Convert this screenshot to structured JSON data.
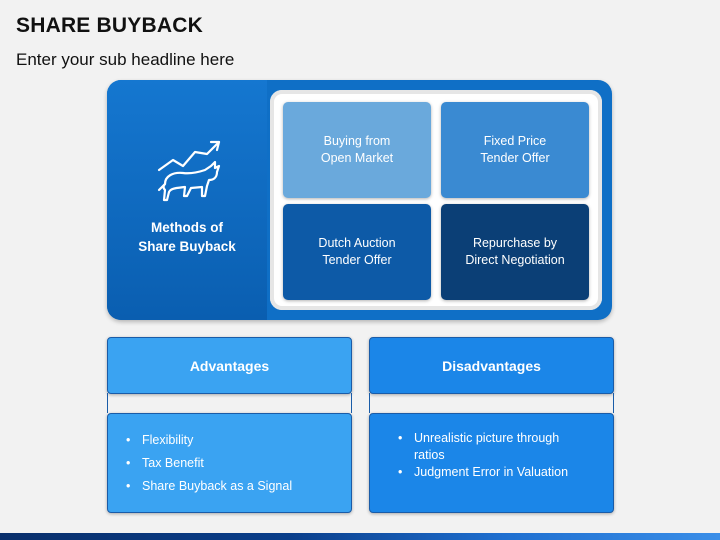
{
  "title": "SHARE BUYBACK",
  "subtitle": "Enter your sub headline here",
  "methods": {
    "label": "Methods of\nShare Buyback",
    "icon": "bull-market-icon",
    "tiles": [
      {
        "label": "Buying from\nOpen Market",
        "color": "#6aa9dc"
      },
      {
        "label": "Fixed Price\nTender Offer",
        "color": "#3a8ad2"
      },
      {
        "label": "Dutch Auction\nTender Offer",
        "color": "#0d5aa7"
      },
      {
        "label": "Repurchase by\nDirect Negotiation",
        "color": "#0b3f76"
      }
    ]
  },
  "advantages": {
    "heading": "Advantages",
    "items": [
      "Flexibility",
      "Tax Benefit",
      "Share Buyback as a Signal"
    ]
  },
  "disadvantages": {
    "heading": "Disadvantages",
    "items": [
      "Unrealistic picture through ratios",
      "Judgment Error in Valuation"
    ]
  },
  "colors": {
    "accent": "#0f6fc6",
    "advantages": "#3aa3f2",
    "disadvantages": "#1b86e8"
  }
}
